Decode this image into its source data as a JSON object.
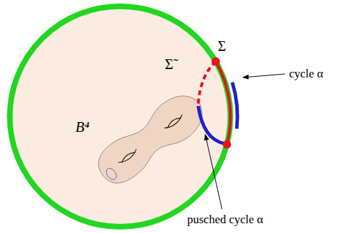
{
  "diagram": {
    "labels": [
      "B⁴",
      "Σ̃",
      "Σ",
      "cycle α",
      "pusched cycle α"
    ]
  }
}
